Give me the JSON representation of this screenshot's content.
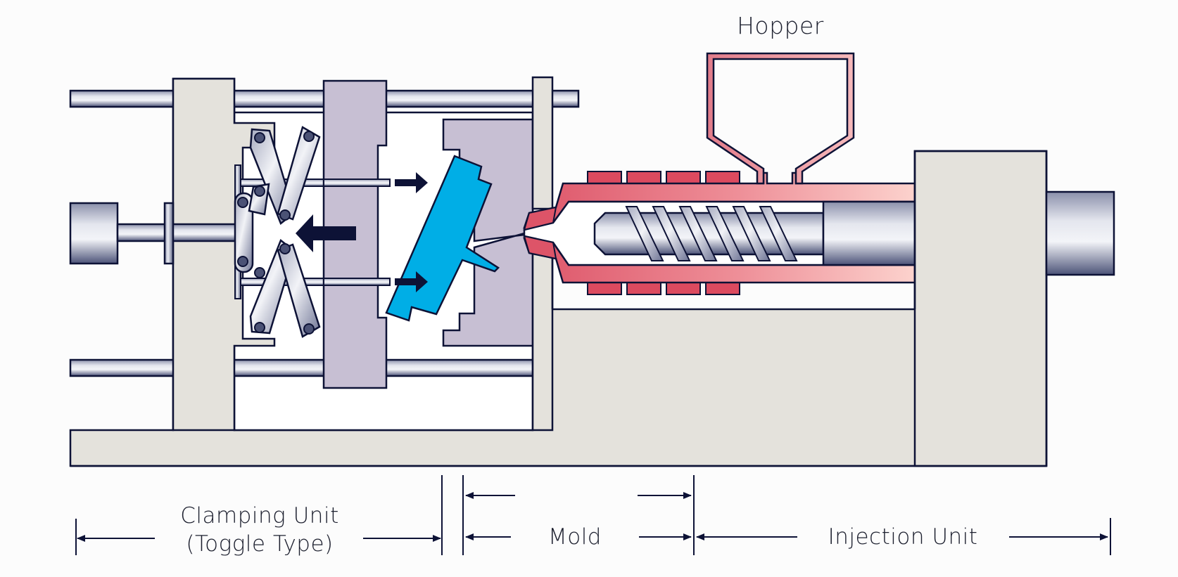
{
  "diagram": {
    "title": "Injection Molding Machine (Toggle Clamp) Schematic",
    "labels": {
      "hopper": "Hopper",
      "clamping_unit_line1": "Clamping Unit",
      "clamping_unit_line2": "(Toggle Type)",
      "mold": "Mold",
      "injection_unit": "Injection Unit"
    },
    "components": [
      {
        "id": "clamp-cylinder",
        "name": "Clamping cylinder"
      },
      {
        "id": "rear-platen",
        "name": "Rear platen"
      },
      {
        "id": "toggle-links",
        "name": "Toggle linkage"
      },
      {
        "id": "moving-platen",
        "name": "Moving platen"
      },
      {
        "id": "tie-bars",
        "name": "Tie bars"
      },
      {
        "id": "ejected-part",
        "name": "Molded part being ejected"
      },
      {
        "id": "mold-half",
        "name": "Fixed mold half"
      },
      {
        "id": "stationary-platen",
        "name": "Stationary platen"
      },
      {
        "id": "nozzle",
        "name": "Nozzle"
      },
      {
        "id": "barrel",
        "name": "Heated barrel"
      },
      {
        "id": "heater-bands",
        "name": "Heater bands",
        "count": 8
      },
      {
        "id": "screw",
        "name": "Reciprocating screw"
      },
      {
        "id": "hopper",
        "name": "Hopper"
      },
      {
        "id": "drive-unit",
        "name": "Screw drive unit"
      },
      {
        "id": "base",
        "name": "Machine base"
      }
    ],
    "colors": {
      "frame": "#e4e2dc",
      "platen": "#c7bfd3",
      "part": "#00aee6",
      "barrel_start": "#dd5468",
      "barrel_end": "#fbcfca",
      "heater": "#dc4a5f",
      "outline": "#0d1236",
      "arrow": "#0d1236",
      "steel_light": "#eef0f5",
      "steel_dark": "#5e6486"
    }
  }
}
